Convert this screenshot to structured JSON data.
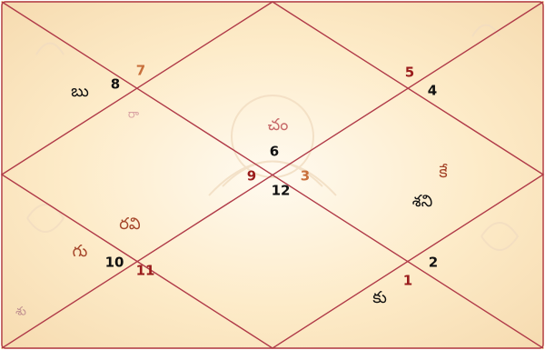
{
  "chart": {
    "colors": {
      "line": "#b03a48",
      "num_dark": "#111111",
      "num_maroon": "#9a1c1c",
      "num_orange": "#c8703c",
      "planet_brown": "#a5452a",
      "planet_rose": "#c76a6a",
      "planet_pink": "#d9a3a3",
      "planet_black": "#111111",
      "planet_light": "#c09090",
      "bg_center": "#fff6df",
      "bg_edge": "#f8dfb4"
    },
    "house_numbers": [
      {
        "id": "n7",
        "text": "7",
        "color": "num_orange"
      },
      {
        "id": "n8",
        "text": "8",
        "color": "num_dark"
      },
      {
        "id": "n5",
        "text": "5",
        "color": "num_maroon"
      },
      {
        "id": "n4",
        "text": "4",
        "color": "num_dark"
      },
      {
        "id": "n6",
        "text": "6",
        "color": "num_dark"
      },
      {
        "id": "n9",
        "text": "9",
        "color": "num_maroon"
      },
      {
        "id": "n3",
        "text": "3",
        "color": "num_orange"
      },
      {
        "id": "n12",
        "text": "12",
        "color": "num_dark"
      },
      {
        "id": "n10",
        "text": "10",
        "color": "num_dark"
      },
      {
        "id": "n11",
        "text": "11",
        "color": "num_maroon"
      },
      {
        "id": "n2",
        "text": "2",
        "color": "num_dark"
      },
      {
        "id": "n1",
        "text": "1",
        "color": "num_maroon"
      }
    ],
    "planets": [
      {
        "id": "p-bu",
        "text": "బు",
        "color": "planet_black"
      },
      {
        "id": "p-ra",
        "text": "రా",
        "color": "planet_pink"
      },
      {
        "id": "p-cham",
        "text": "చం",
        "color": "planet_rose"
      },
      {
        "id": "p-ke",
        "text": "కే",
        "color": "planet_brown"
      },
      {
        "id": "p-sha",
        "text": "శని",
        "color": "planet_black"
      },
      {
        "id": "p-ravi",
        "text": "రవి",
        "color": "planet_brown"
      },
      {
        "id": "p-gu",
        "text": "గు",
        "color": "planet_brown"
      },
      {
        "id": "p-shu",
        "text": "శు",
        "color": "planet_light"
      },
      {
        "id": "p-ku",
        "text": "కు",
        "color": "planet_black"
      }
    ]
  }
}
